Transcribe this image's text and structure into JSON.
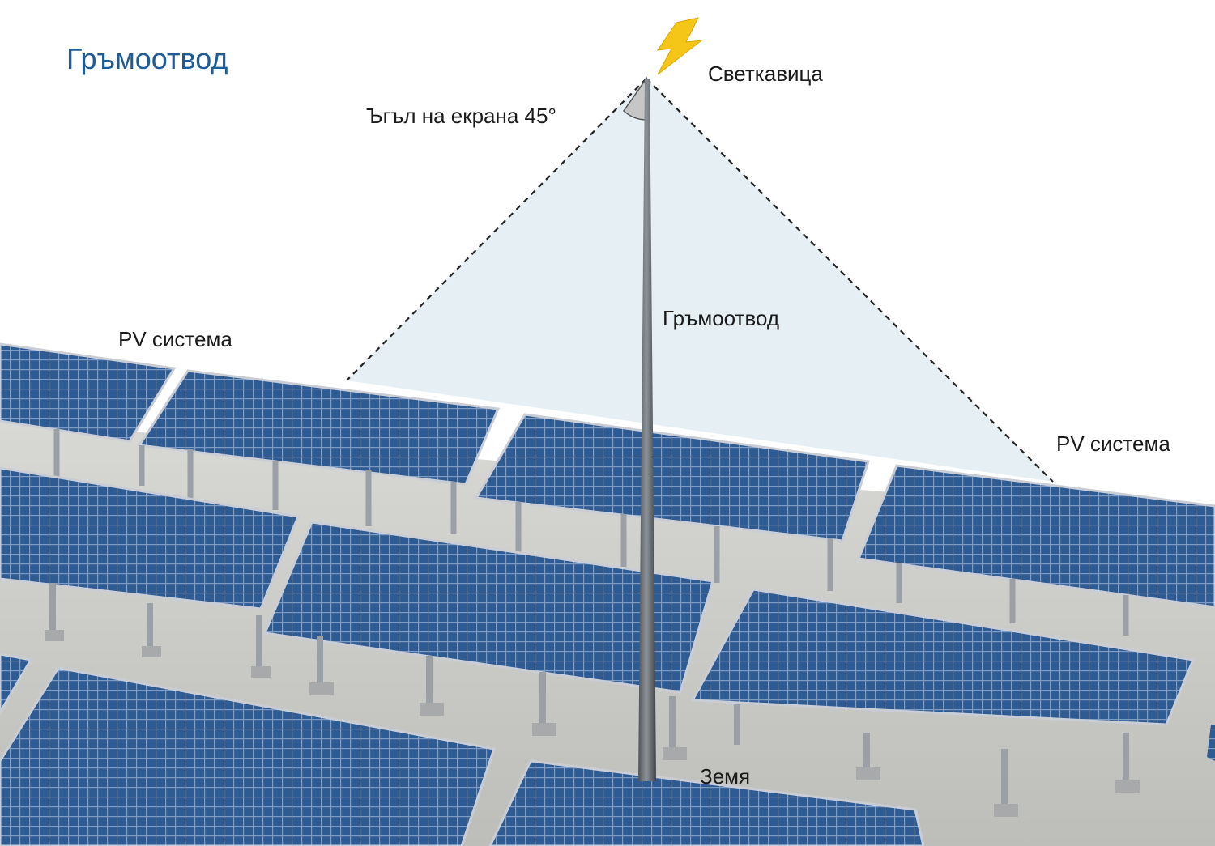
{
  "title": "Гръмоотвод",
  "labels": {
    "lightning": "Светкавица",
    "screen_angle": "Ъгъл на екрана 45°",
    "rod": "Гръмоотвод",
    "pv_left": "PV система",
    "pv_right": "PV система",
    "ground": "Земя"
  },
  "colors": {
    "title": "#1d5c96",
    "panel": "#2f5b93",
    "panel_frame": "#c9ced6",
    "protection_zone": "#e3eef3",
    "bolt": "#f5c518",
    "ground": "#cfd0cd"
  },
  "icons": {
    "bolt": "lightning-bolt-icon"
  }
}
